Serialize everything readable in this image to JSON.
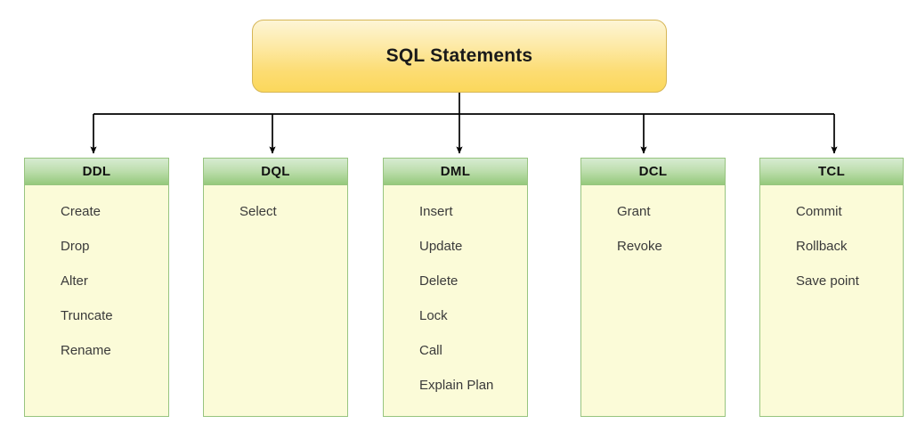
{
  "diagram": {
    "type": "hierarchy-tree",
    "title": "SQL Statements",
    "root": {
      "label": "SQL Statements",
      "fill_top": "#fdf5d6",
      "fill_bottom": "#fbd85c",
      "border_color": "#d6b656"
    },
    "connector": {
      "color": "#000000",
      "style": "orthogonal-with-arrowheads"
    },
    "palette": {
      "header_fill_top": "#d7ebd1",
      "header_fill_bottom": "#96c97c",
      "body_fill": "#fbfbd8",
      "box_border": "#97c47f",
      "text_color": "#3a3a3a",
      "heading_text_color": "#111111"
    },
    "columns": [
      {
        "header": "DDL",
        "items": [
          "Create",
          "Drop",
          "Alter",
          "Truncate",
          "Rename"
        ]
      },
      {
        "header": "DQL",
        "items": [
          "Select"
        ]
      },
      {
        "header": "DML",
        "items": [
          "Insert",
          "Update",
          "Delete",
          "Lock",
          "Call",
          "Explain Plan"
        ]
      },
      {
        "header": "DCL",
        "items": [
          "Grant",
          "Revoke"
        ]
      },
      {
        "header": "TCL",
        "items": [
          "Commit",
          "Rollback",
          "Save point"
        ]
      }
    ]
  }
}
